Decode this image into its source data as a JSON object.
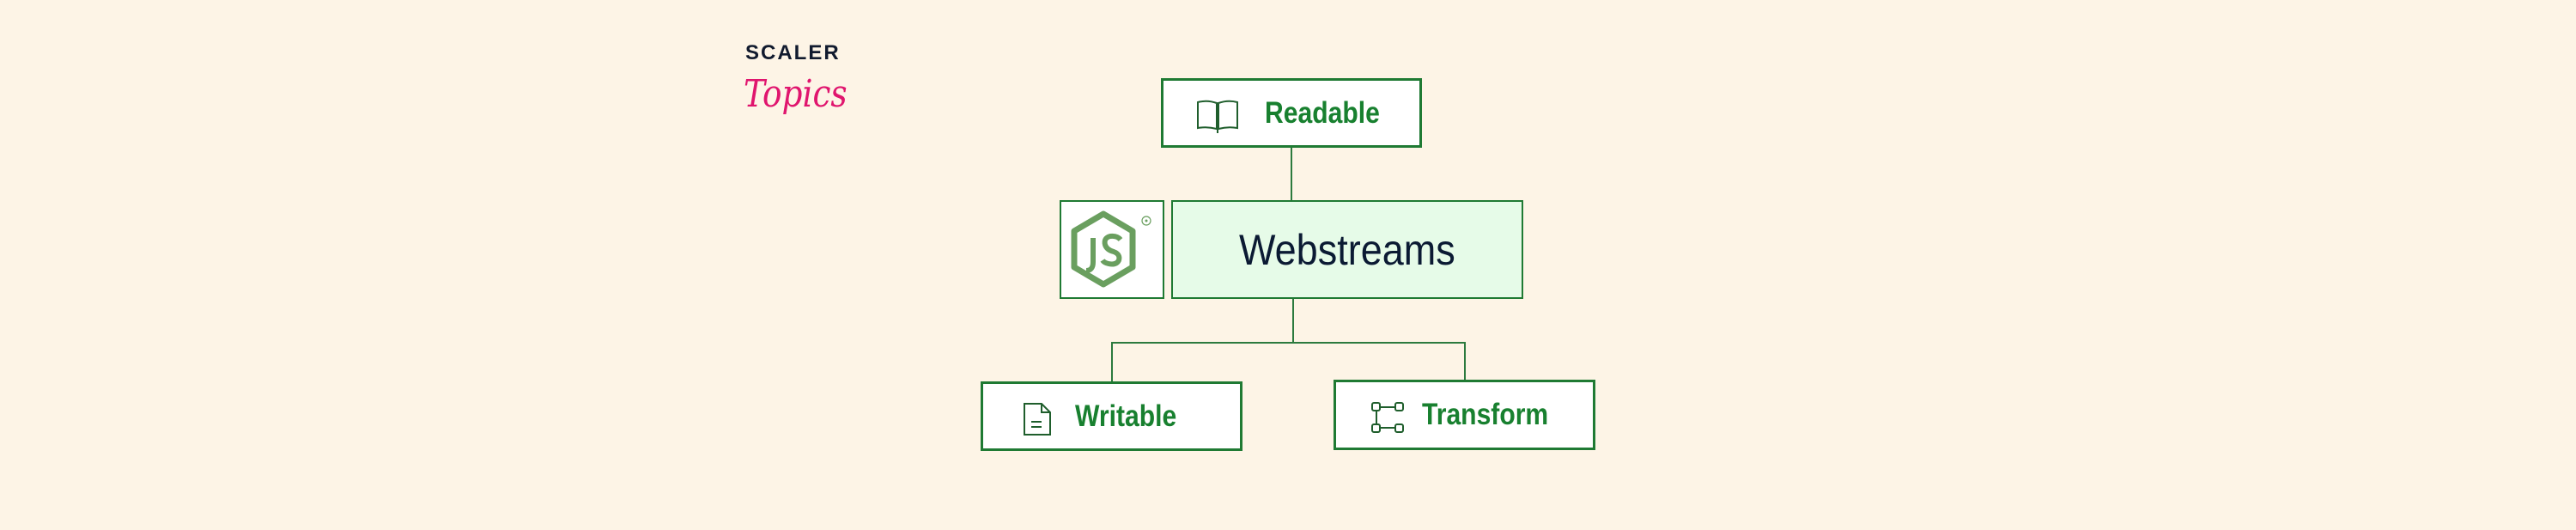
{
  "logo": {
    "line1": "SCALER",
    "line2": "Topics"
  },
  "diagram": {
    "center": {
      "label": "Webstreams",
      "icon": "nodejs-logo-icon"
    },
    "top": {
      "label": "Readable",
      "icon": "book-icon"
    },
    "bottom_left": {
      "label": "Writable",
      "icon": "document-icon"
    },
    "bottom_right": {
      "label": "Transform",
      "icon": "transform-nodes-icon"
    }
  },
  "colors": {
    "background": "#fdf4e6",
    "accent": "#1f7a33",
    "center_fill": "#e6fbe8",
    "title_text": "#0b1a33",
    "logo_pink": "#e0156e"
  }
}
